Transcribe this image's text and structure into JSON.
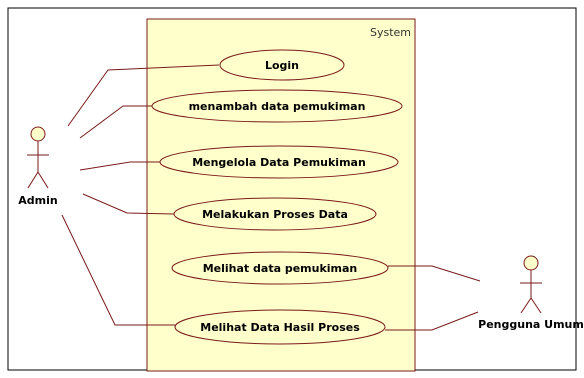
{
  "system": {
    "label": "System",
    "fill": "#ffffcc",
    "border": "#7a1a1a"
  },
  "actors": [
    {
      "id": "admin",
      "name": "Admin"
    },
    {
      "id": "pengguna-umum",
      "name": "Pengguna Umum"
    }
  ],
  "use_cases": [
    {
      "id": "login",
      "label": "Login"
    },
    {
      "id": "menambah",
      "label": "menambah data pemukiman"
    },
    {
      "id": "mengelola",
      "label": "Mengelola Data Pemukiman"
    },
    {
      "id": "proses",
      "label": "Melakukan Proses Data"
    },
    {
      "id": "melihat",
      "label": "Melihat data pemukiman"
    },
    {
      "id": "hasil",
      "label": "Melihat Data Hasil Proses"
    }
  ],
  "associations": [
    {
      "from": "admin",
      "to": "login"
    },
    {
      "from": "admin",
      "to": "menambah"
    },
    {
      "from": "admin",
      "to": "mengelola"
    },
    {
      "from": "admin",
      "to": "proses"
    },
    {
      "from": "admin",
      "to": "hasil"
    },
    {
      "from": "pengguna-umum",
      "to": "melihat"
    },
    {
      "from": "pengguna-umum",
      "to": "hasil"
    }
  ],
  "colors": {
    "line": "#7a1a1a",
    "usecase_fill": "#ffffcc",
    "actor_head_fill": "#ffffcc"
  }
}
